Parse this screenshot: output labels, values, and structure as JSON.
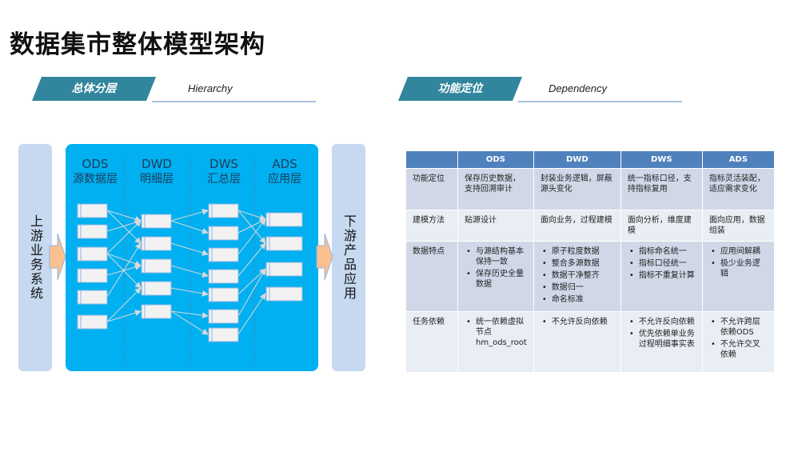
{
  "title": "数据集市整体模型架构",
  "left_section": {
    "tag": "总体分层",
    "en": "Hierarchy"
  },
  "right_section": {
    "tag": "功能定位",
    "en": "Dependency"
  },
  "diagram": {
    "upstream": "上游业务系统",
    "downstream": "下游产品应用",
    "layers": [
      {
        "code": "ODS",
        "name": "源数据层",
        "boxes": 6
      },
      {
        "code": "DWD",
        "name": "明细层",
        "boxes": 5
      },
      {
        "code": "DWS",
        "name": "汇总层",
        "boxes": 7
      },
      {
        "code": "ADS",
        "name": "应用层",
        "boxes": 4
      }
    ]
  },
  "table": {
    "headers": [
      "",
      "ODS",
      "DWD",
      "DWS",
      "ADS"
    ],
    "rows": [
      {
        "label": "功能定位",
        "cells": [
          [
            "保存历史数据，支持回溯审计"
          ],
          [
            "封装业务逻辑，屏蔽源头变化"
          ],
          [
            "统一指标口径，支持指标复用"
          ],
          [
            "指标灵活装配，适应需求变化"
          ]
        ],
        "bullets": false
      },
      {
        "label": "建模方法",
        "cells": [
          [
            "贴源设计"
          ],
          [
            "面向业务，过程建模"
          ],
          [
            "面向分析，维度建模"
          ],
          [
            "面向应用，数据组装"
          ]
        ],
        "bullets": false
      },
      {
        "label": "数据特点",
        "cells": [
          [
            "与源结构基本保持一致",
            "保存历史全量数据"
          ],
          [
            "原子粒度数据",
            "整合多源数据",
            "数据干净整齐",
            "数据归一",
            "命名标准"
          ],
          [
            "指标命名统一",
            "指标口径统一",
            "指标不重复计算"
          ],
          [
            "应用间解耦",
            "极少业务逻辑"
          ]
        ],
        "bullets": true
      },
      {
        "label": "任务依赖",
        "cells": [
          [
            "统一依赖虚拟节点hm_ods_root"
          ],
          [
            "不允许反向依赖"
          ],
          [
            "不允许反向依赖",
            "优先依赖单业务过程明细事实表"
          ],
          [
            "不允许跨层依赖ODS",
            "不允许交叉依赖"
          ]
        ],
        "bullets": true
      }
    ]
  },
  "colors": {
    "teal": "#31859c",
    "panel": "#00b0f0",
    "side": "#c6d9f0",
    "arrow": "#fac090",
    "header": "#4f81bd"
  }
}
